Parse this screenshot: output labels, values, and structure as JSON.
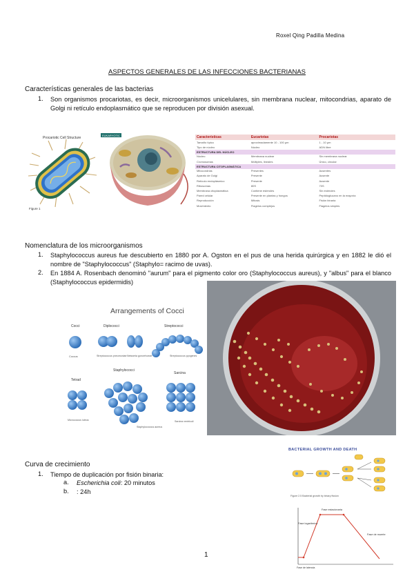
{
  "header": {
    "author": "Roxel Qing Padilla Medina"
  },
  "doc_title": "ASPECTOS GENERALES DE LAS INFECCIONES BACTERIANAS",
  "section1": {
    "heading": "Características generales de las bacterias",
    "items": [
      {
        "num": "1.",
        "text": "Son organismos procariotas, es decir, microorganismos unicelulares, sin membrana nuclear, mitocondrias, aparato de Golgi ni retículo endoplasmático que se reproducen por división asexual."
      }
    ]
  },
  "figure1": {
    "bacterium_label": "Procariotic Cell Structure",
    "eukaryote_tag": "EUKARYOTIC",
    "fig_caption": "Figure 1"
  },
  "comparison_table": {
    "headers": [
      "Características",
      "Eucariotas",
      "Procariotas"
    ],
    "rows": [
      {
        "type": "row",
        "cells": [
          "Tamaño típico",
          "aproximadamente 10 - 100 µm",
          "1 - 10 µm"
        ]
      },
      {
        "type": "row",
        "cells": [
          "Tipo de núcleo",
          "Núcleo",
          "ADN libre"
        ]
      },
      {
        "type": "section",
        "cells": [
          "ESTRUCTURA DEL NÚCLEO",
          "",
          ""
        ]
      },
      {
        "type": "row",
        "cells": [
          "Núcleo",
          "Membrana nuclear",
          "Sin membrana nuclear"
        ]
      },
      {
        "type": "row",
        "cells": [
          "Cromosomas",
          "Múltiples, lineales",
          "Único, circular"
        ]
      },
      {
        "type": "section",
        "cells": [
          "ESTRUCTURA CITOPLASMÁTICA",
          "",
          ""
        ]
      },
      {
        "type": "row",
        "cells": [
          "Mitocondrias",
          "Presentes",
          "Ausentes"
        ]
      },
      {
        "type": "row",
        "cells": [
          "Aparato de Golgi",
          "Presente",
          "Ausente"
        ]
      },
      {
        "type": "row",
        "cells": [
          "Retículo endoplásmico",
          "Presente",
          "Ausente"
        ]
      },
      {
        "type": "row",
        "cells": [
          "Ribosomas",
          "80S",
          "70S"
        ]
      },
      {
        "type": "row",
        "cells": [
          "Membrana citoplasmática",
          "Contiene esteroles",
          "Sin esteroles"
        ]
      },
      {
        "type": "row",
        "cells": [
          "Pared celular",
          "Presente en plantas y hongos",
          "Peptidoglucano en la mayoría"
        ]
      },
      {
        "type": "row",
        "cells": [
          "Reproducción",
          "Mitosis",
          "Fisión binaria"
        ]
      },
      {
        "type": "row",
        "cells": [
          "Movimiento",
          "Flagelos complejos",
          "Flagelos simples"
        ]
      }
    ]
  },
  "section2": {
    "heading": "Nomenclatura de los microorganismos",
    "items": [
      {
        "num": "1.",
        "text": "Staphylococcus aureus fue descubierto en 1880 por A. Ogston en el pus de una herida quirúrgica y en 1882 le dió el nombre de \"Staphylococcus\" (Staphylo= racimo de uvas)."
      },
      {
        "num": "2.",
        "text": "En 1884 A. Rosenbach denominó \"aurum\" para el pigmento color oro (Staphylococcus aureus), y \"albus\" para el blanco (Staphylococcus epidermidis)"
      }
    ]
  },
  "cocci_figure": {
    "title": "Arrangements of Cocci",
    "labels": {
      "cocci": "Cocci",
      "coccus": "Coccus",
      "diplococci": "Diplococci",
      "strep_pneumo": "Streptococcus pneumoniae",
      "neisseria": "Neisseria gonorrhoeae",
      "streptococci": "Streptococci",
      "strep_pyogenes": "Streptococcus pyogenes",
      "tetrad": "Tetrad",
      "micrococcus": "Micrococcus luteus",
      "staphylococci": "Staphylococci",
      "staph_aureus": "Staphylococcus aureus",
      "sarcina_h": "Sarcina",
      "sarcina": "Sarcina ventriculi"
    }
  },
  "section3": {
    "heading": "Curva de crecimiento",
    "item1": {
      "num": "1.",
      "text": "Tiempo de duplicación por fisión binaria:"
    },
    "subitems": [
      {
        "letter": "a.",
        "species": "Escherichia coli",
        "value": ": 20 minutos"
      },
      {
        "letter": "b.",
        "species": "",
        "value": ": 24h"
      }
    ]
  },
  "growth_figure": {
    "title": "BACTERIAL GROWTH AND DEATH",
    "caption": "Figure 2.5 Bacterial growth by binary fission",
    "phase_labels": [
      "Fase estacionaria",
      "Fase logarítmica",
      "Fase de muerte",
      "Fase de latencia"
    ]
  },
  "page_number": "1"
}
